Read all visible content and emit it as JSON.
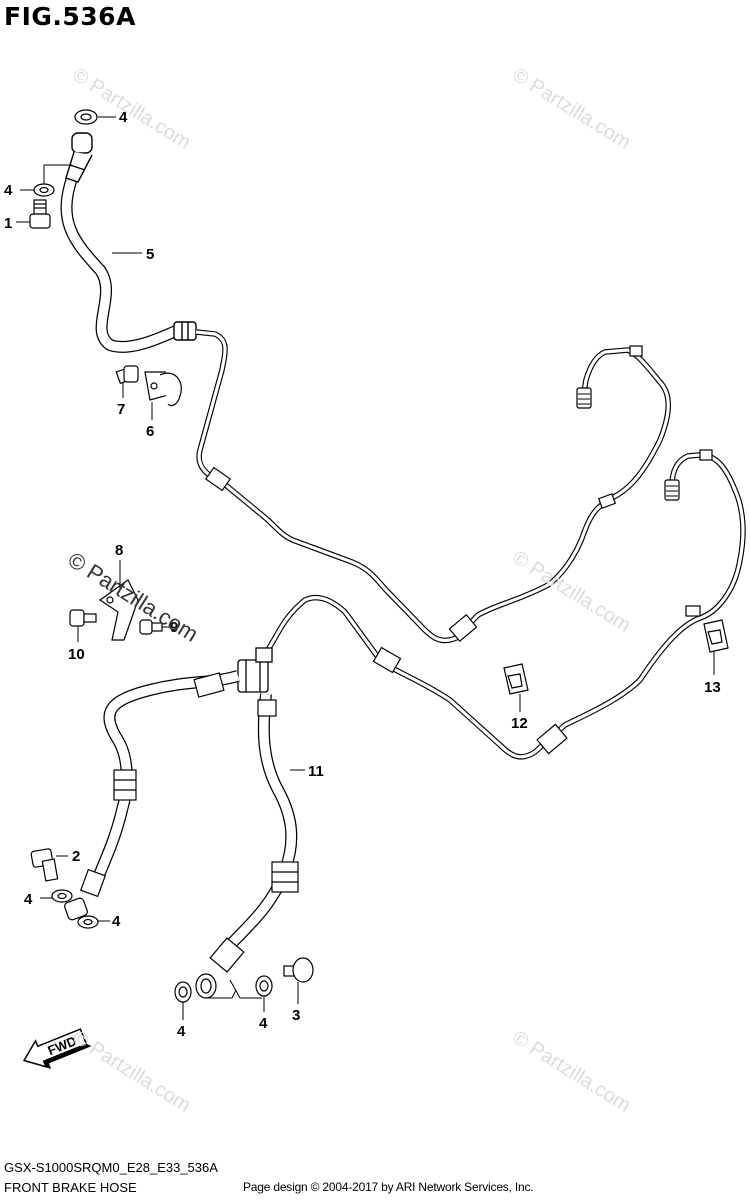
{
  "figure": {
    "title": "FIG.536A",
    "model_code": "GSX-S1000SRQM0_E28_E33_536A",
    "name": "FRONT BRAKE HOSE",
    "credit": "Page design © 2004-2017 by ARI Network Services, Inc."
  },
  "watermarks": [
    {
      "text": "© Partzilla.com"
    },
    {
      "text": "© Partzilla.com"
    },
    {
      "text": "© Partzilla.com"
    },
    {
      "text": "© Partzilla.com"
    },
    {
      "text": "© Partzilla.com"
    },
    {
      "text": "© Partzilla.com"
    }
  ],
  "fwd_label": "FWD",
  "callouts": [
    "4",
    "4",
    "1",
    "5",
    "7",
    "6",
    "8",
    "9",
    "10",
    "11",
    "12",
    "13",
    "2",
    "4",
    "4",
    "4",
    "4",
    "3"
  ]
}
